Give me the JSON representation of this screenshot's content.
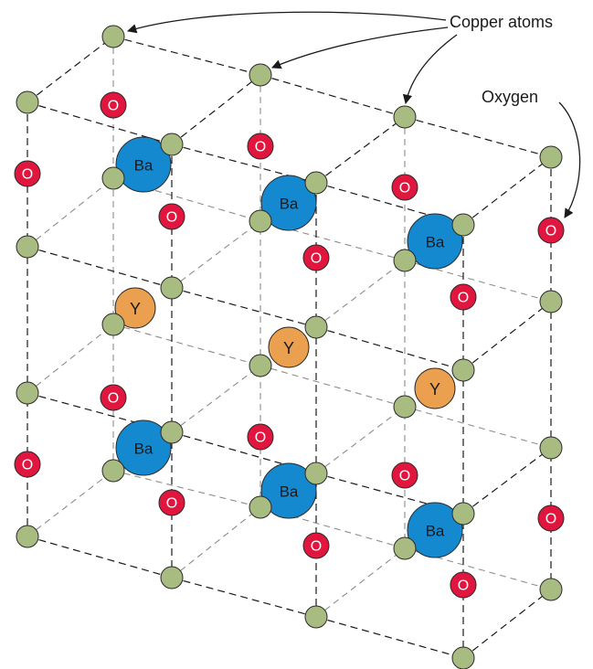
{
  "labels": {
    "copper": "Copper atoms",
    "oxygen": "Oxygen"
  },
  "symbols": {
    "barium": "Ba",
    "yttrium": "Y",
    "oxygen": "O"
  },
  "colors": {
    "copper": "#a8bc82",
    "barium": "#1589d0",
    "yttrium": "#eaa04f",
    "oxygen": "#e0163f"
  }
}
